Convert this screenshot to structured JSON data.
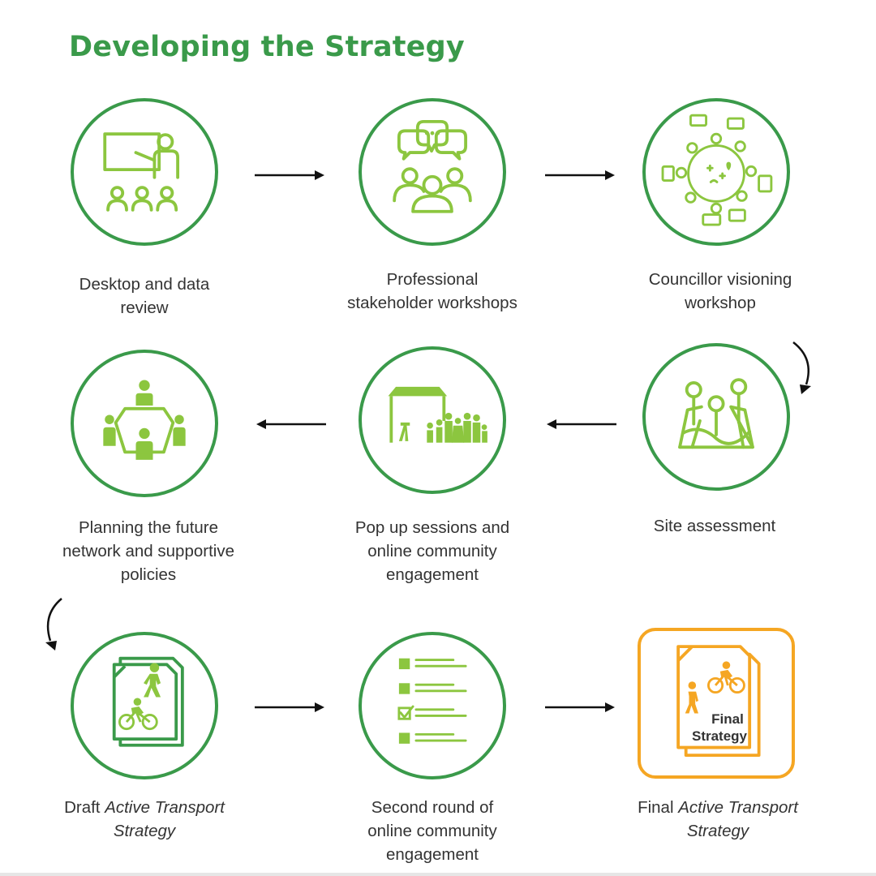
{
  "title": "Developing the Strategy",
  "colors": {
    "green": "#3a9a4a",
    "icon_green": "#8cc63f",
    "orange": "#f5a623",
    "text": "#333333"
  },
  "steps": [
    {
      "line1": "Desktop and data",
      "line2": "review",
      "icon": "presentation-icon"
    },
    {
      "line1": "Professional",
      "line2": "stakeholder workshops",
      "icon": "discussion-group-icon"
    },
    {
      "line1": "Councillor visioning",
      "line2": "workshop",
      "icon": "round-table-icon"
    },
    {
      "line1": "Site assessment",
      "icon": "map-pins-icon"
    },
    {
      "line1": "Pop up sessions and",
      "line2": "online community",
      "line3": "engagement",
      "icon": "popup-tent-icon"
    },
    {
      "line1": "Planning the future",
      "line2": "network and supportive",
      "line3": "policies",
      "icon": "meeting-table-icon"
    },
    {
      "prefix": "Draft ",
      "italic": "Active Transport",
      "line2": "Strategy",
      "icon": "draft-document-icon"
    },
    {
      "line1": "Second round of",
      "line2": "online community",
      "line3": "engagement",
      "icon": "checklist-icon"
    },
    {
      "prefix": "Final ",
      "italic": "Active Transport",
      "line2": "Strategy",
      "icon": "final-document-icon",
      "doc_text1": "Final",
      "doc_text2": "Strategy"
    }
  ]
}
